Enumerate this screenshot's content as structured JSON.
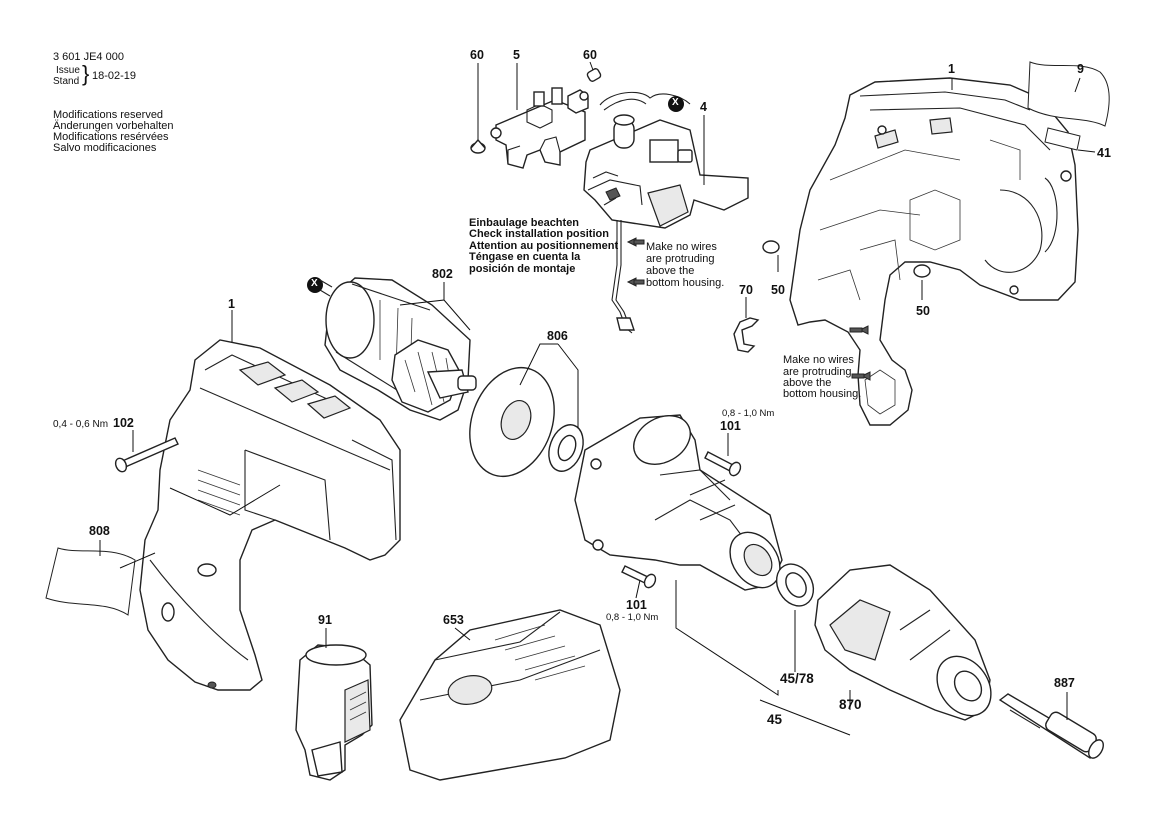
{
  "header": {
    "doc_number": "3 601 JE4 000",
    "issue_label": "Issue",
    "stand_label": "Stand",
    "date": "18-02-19",
    "modifications": [
      "Modifications reserved",
      "Änderungen vorbehalten",
      "Modifications resérvées",
      "Salvo modificaciones"
    ]
  },
  "install_note": [
    "Einbaulage beachten",
    "Check installation position",
    "Attention au positionnement",
    "Téngase en cuenta la",
    "posición de montaje"
  ],
  "wire_notes": {
    "top": [
      "Make no wires",
      "are protruding",
      "above the",
      "bottom housing."
    ],
    "right": [
      "Make no wires",
      "are protruding",
      "above the",
      "bottom housing."
    ]
  },
  "marker_symbol": "X",
  "parts": {
    "p60_left": "60",
    "p5": "5",
    "p60_right": "60",
    "p4": "4",
    "p1_right": "1",
    "p9": "9",
    "p41": "41",
    "p50_left": "50",
    "p50_right": "50",
    "p70": "70",
    "p802": "802",
    "p806": "806",
    "p1_left": "1",
    "p102": "102",
    "p101_top": "101",
    "p101_bottom": "101",
    "p808": "808",
    "p91": "91",
    "p653": "653",
    "p45_78": "45/78",
    "p45": "45",
    "p870": "870",
    "p887": "887"
  },
  "torques": {
    "t102": "0,4 - 0,6 Nm",
    "t101_top": "0,8 - 1,0 Nm",
    "t101_bottom": "0,8 - 1,0 Nm"
  }
}
